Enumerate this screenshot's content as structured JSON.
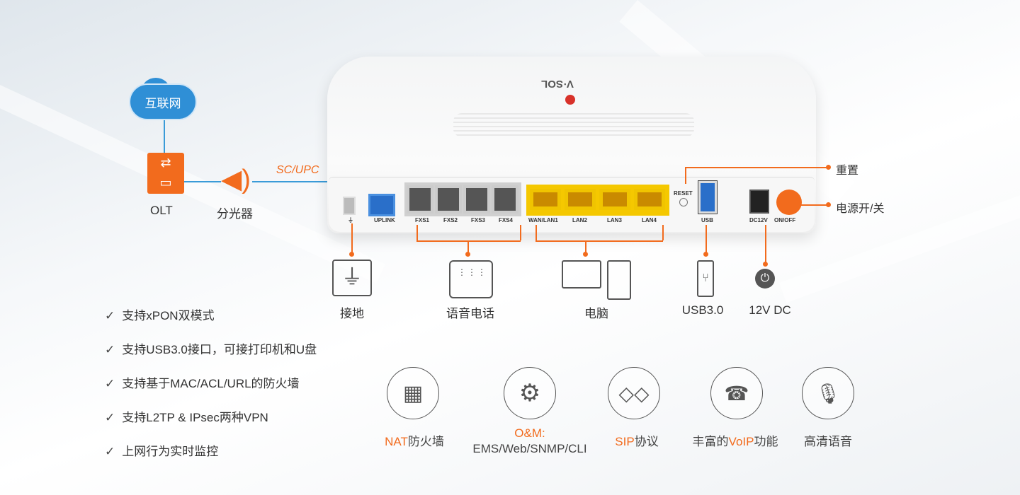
{
  "network": {
    "cloud": "互联网",
    "olt": "OLT",
    "splitter": "分光器",
    "connector": "SC/UPC"
  },
  "device": {
    "brand": "V·SOL",
    "ports": [
      "UPLINK",
      "FXS1",
      "FXS2",
      "FXS3",
      "FXS4",
      "WAN/LAN1",
      "LAN2",
      "LAN3",
      "LAN4",
      "RESET",
      "USB",
      "DC12V",
      "ON/OFF"
    ]
  },
  "callouts": {
    "reset": "重置",
    "power": "电源开/关"
  },
  "port_icons": [
    "接地",
    "语音电话",
    "电脑",
    "USB3.0",
    "12V DC"
  ],
  "checklist": [
    "支持xPON双模式",
    "支持USB3.0接口，可接打印机和U盘",
    "支持基于MAC/ACL/URL的防火墙",
    "支持L2TP & IPsec两种VPN",
    "上网行为实时监控"
  ],
  "features": [
    {
      "hl": "NAT",
      "rest": "防火墙"
    },
    {
      "hl": "O&M:",
      "rest": "EMS/Web/SNMP/CLI"
    },
    {
      "hl": "SIP",
      "rest": "协议"
    },
    {
      "pre": "丰富的",
      "hl": "VoIP",
      "rest": "功能"
    },
    {
      "rest": "高清语音"
    }
  ],
  "colors": {
    "accent": "#f26b1d",
    "blue": "#3a9bd8"
  }
}
